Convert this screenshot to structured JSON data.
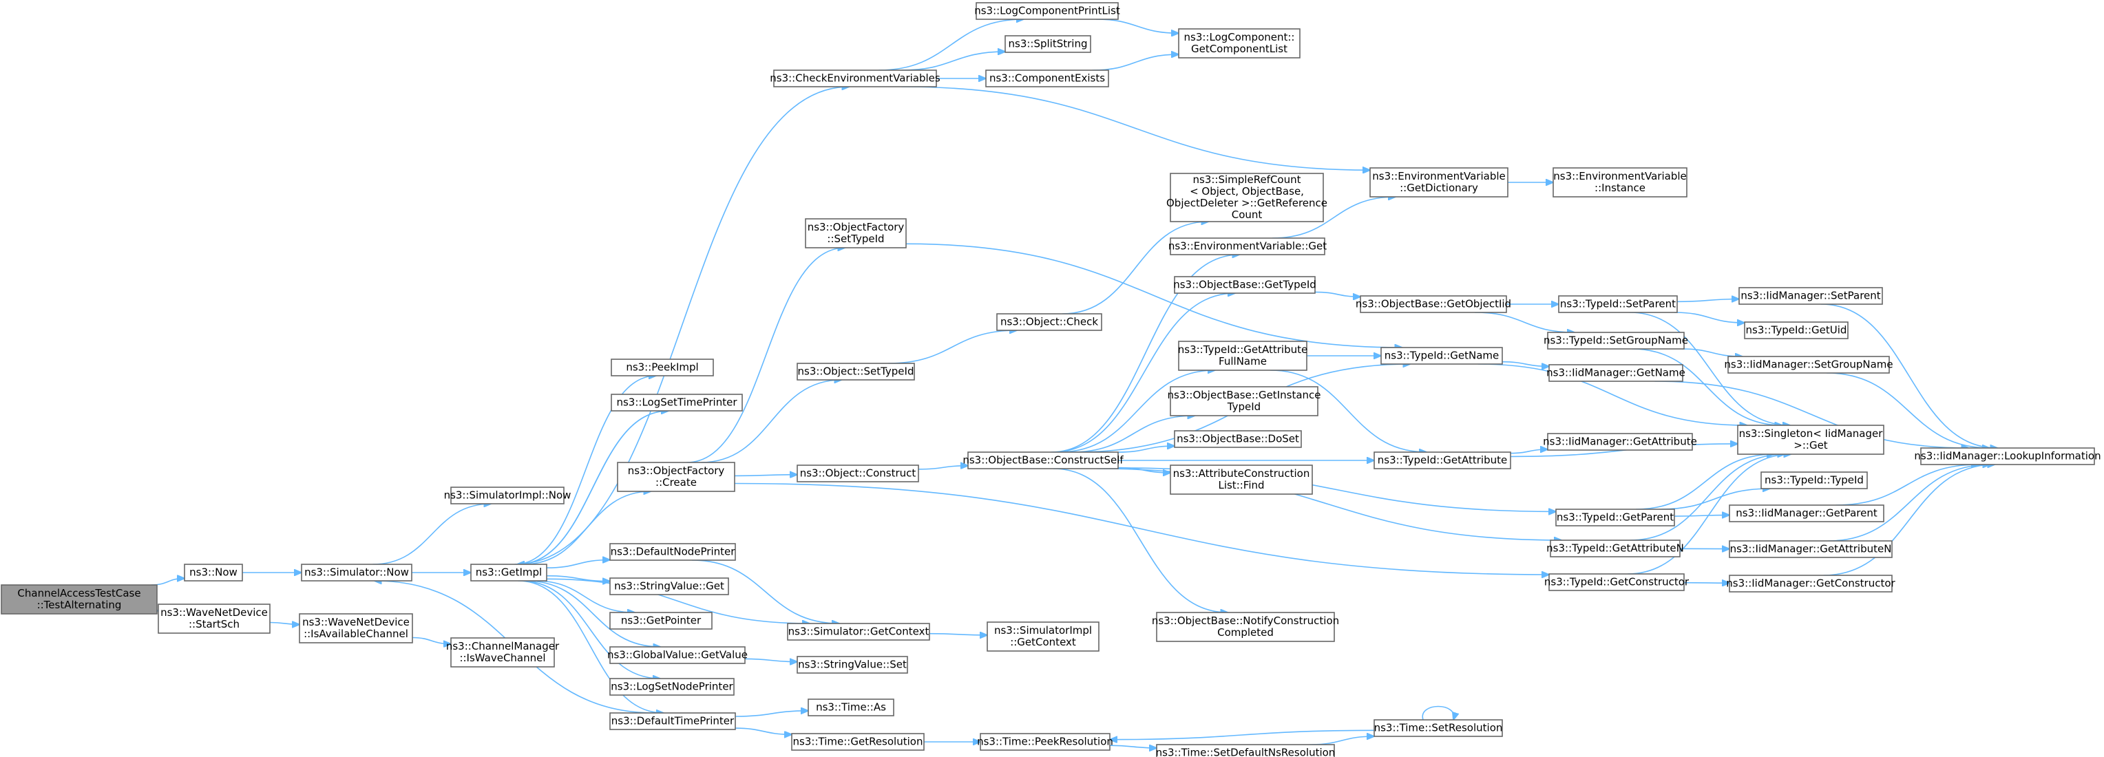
{
  "colors": {
    "edge": "#63b8ff",
    "node_border": "#666666",
    "root_fill": "#999999",
    "node_fill": "#ffffff"
  },
  "nodes": [
    {
      "id": "n0",
      "lines": [
        "ChannelAccessTestCase",
        "::TestAlternating"
      ],
      "root": true
    },
    {
      "id": "n1",
      "lines": [
        "ns3::Now"
      ]
    },
    {
      "id": "n2",
      "lines": [
        "ns3::WaveNetDevice",
        "::StartSch"
      ]
    },
    {
      "id": "n3",
      "lines": [
        "ns3::Simulator::Now"
      ]
    },
    {
      "id": "n4",
      "lines": [
        "ns3::WaveNetDevice",
        "::IsAvailableChannel"
      ]
    },
    {
      "id": "n5",
      "lines": [
        "ns3::ChannelManager",
        "::IsWaveChannel"
      ]
    },
    {
      "id": "n6",
      "lines": [
        "ns3::SimulatorImpl::Now"
      ]
    },
    {
      "id": "n7",
      "lines": [
        "ns3::GetImpl"
      ]
    },
    {
      "id": "n8",
      "lines": [
        "ns3::PeekImpl"
      ]
    },
    {
      "id": "n9",
      "lines": [
        "ns3::LogSetTimePrinter"
      ]
    },
    {
      "id": "n10",
      "lines": [
        "ns3::ObjectFactory",
        "::Create"
      ]
    },
    {
      "id": "n11",
      "lines": [
        "ns3::DefaultNodePrinter"
      ]
    },
    {
      "id": "n12",
      "lines": [
        "ns3::StringValue::Get"
      ]
    },
    {
      "id": "n13",
      "lines": [
        "ns3::GetPointer"
      ]
    },
    {
      "id": "n14",
      "lines": [
        "ns3::GlobalValue::GetValue"
      ]
    },
    {
      "id": "n15",
      "lines": [
        "ns3::LogSetNodePrinter"
      ]
    },
    {
      "id": "n16",
      "lines": [
        "ns3::DefaultTimePrinter"
      ]
    },
    {
      "id": "n17",
      "lines": [
        "ns3::CheckEnvironmentVariables"
      ]
    },
    {
      "id": "n18",
      "lines": [
        "ns3::LogComponentPrintList"
      ]
    },
    {
      "id": "n19",
      "lines": [
        "ns3::SplitString"
      ]
    },
    {
      "id": "n20",
      "lines": [
        "ns3::ComponentExists"
      ]
    },
    {
      "id": "n21",
      "lines": [
        "ns3::LogComponent::",
        "GetComponentList"
      ]
    },
    {
      "id": "n22",
      "lines": [
        "ns3::ObjectFactory",
        "::SetTypeId"
      ]
    },
    {
      "id": "n23",
      "lines": [
        "ns3::Object::SetTypeId"
      ]
    },
    {
      "id": "n24",
      "lines": [
        "ns3::Object::Construct"
      ]
    },
    {
      "id": "n25",
      "lines": [
        "ns3::Object::Check"
      ]
    },
    {
      "id": "n26",
      "lines": [
        "ns3::Simulator::GetContext"
      ]
    },
    {
      "id": "n27",
      "lines": [
        "ns3::SimulatorImpl",
        "::GetContext"
      ]
    },
    {
      "id": "n28",
      "lines": [
        "ns3::StringValue::Set"
      ]
    },
    {
      "id": "n29",
      "lines": [
        "ns3::Time::As"
      ]
    },
    {
      "id": "n30",
      "lines": [
        "ns3::Time::GetResolution"
      ]
    },
    {
      "id": "n31",
      "lines": [
        "ns3::Time::PeekResolution"
      ]
    },
    {
      "id": "n32",
      "lines": [
        "ns3::ObjectBase::ConstructSelf"
      ]
    },
    {
      "id": "n33",
      "lines": [
        "ns3::SimpleRefCount",
        "< Object, ObjectBase,",
        "ObjectDeleter >::GetReference",
        "Count"
      ]
    },
    {
      "id": "n34",
      "lines": [
        "ns3::EnvironmentVariable::Get"
      ]
    },
    {
      "id": "n35",
      "lines": [
        "ns3::ObjectBase::GetTypeId"
      ]
    },
    {
      "id": "n36",
      "lines": [
        "ns3::TypeId::GetAttribute",
        "FullName"
      ]
    },
    {
      "id": "n37",
      "lines": [
        "ns3::ObjectBase::GetInstance",
        "TypeId"
      ]
    },
    {
      "id": "n38",
      "lines": [
        "ns3::ObjectBase::DoSet"
      ]
    },
    {
      "id": "n39",
      "lines": [
        "ns3::AttributeConstruction",
        "List::Find"
      ]
    },
    {
      "id": "n40",
      "lines": [
        "ns3::ObjectBase::NotifyConstruction",
        "Completed"
      ]
    },
    {
      "id": "n41",
      "lines": [
        "ns3::Time::SetDefaultNsResolution"
      ]
    },
    {
      "id": "n42",
      "lines": [
        "ns3::EnvironmentVariable",
        "::GetDictionary"
      ]
    },
    {
      "id": "n43",
      "lines": [
        "ns3::EnvironmentVariable",
        "::Instance"
      ]
    },
    {
      "id": "n44",
      "lines": [
        "ns3::ObjectBase::GetObjectIid"
      ]
    },
    {
      "id": "n45",
      "lines": [
        "ns3::TypeId::GetName"
      ]
    },
    {
      "id": "n46",
      "lines": [
        "ns3::TypeId::GetAttribute"
      ]
    },
    {
      "id": "n47",
      "lines": [
        "ns3::TypeId::GetParent"
      ]
    },
    {
      "id": "n48",
      "lines": [
        "ns3::TypeId::GetAttributeN"
      ]
    },
    {
      "id": "n49",
      "lines": [
        "ns3::TypeId::GetConstructor"
      ]
    },
    {
      "id": "n50",
      "lines": [
        "ns3::Time::SetResolution"
      ]
    },
    {
      "id": "n51",
      "lines": [
        "ns3::TypeId::SetParent"
      ]
    },
    {
      "id": "n52",
      "lines": [
        "ns3::TypeId::SetGroupName"
      ]
    },
    {
      "id": "n53",
      "lines": [
        "ns3::IidManager::GetName"
      ]
    },
    {
      "id": "n54",
      "lines": [
        "ns3::IidManager::GetAttribute"
      ]
    },
    {
      "id": "n55",
      "lines": [
        "ns3::Singleton< IidManager",
        ">::Get"
      ]
    },
    {
      "id": "n56",
      "lines": [
        "ns3::IidManager::SetParent"
      ]
    },
    {
      "id": "n57",
      "lines": [
        "ns3::TypeId::GetUid"
      ]
    },
    {
      "id": "n58",
      "lines": [
        "ns3::IidManager::SetGroupName"
      ]
    },
    {
      "id": "n59",
      "lines": [
        "ns3::TypeId::TypeId"
      ]
    },
    {
      "id": "n60",
      "lines": [
        "ns3::IidManager::GetParent"
      ]
    },
    {
      "id": "n61",
      "lines": [
        "ns3::IidManager::GetAttributeN"
      ]
    },
    {
      "id": "n62",
      "lines": [
        "ns3::IidManager::GetConstructor"
      ]
    },
    {
      "id": "n63",
      "lines": [
        "ns3::IidManager::LookupInformation"
      ]
    }
  ],
  "edges": [
    [
      "n0",
      "n1"
    ],
    [
      "n0",
      "n2"
    ],
    [
      "n1",
      "n3"
    ],
    [
      "n2",
      "n4"
    ],
    [
      "n4",
      "n5"
    ],
    [
      "n3",
      "n6"
    ],
    [
      "n3",
      "n7"
    ],
    [
      "n7",
      "n8"
    ],
    [
      "n7",
      "n9"
    ],
    [
      "n7",
      "n10"
    ],
    [
      "n7",
      "n11"
    ],
    [
      "n7",
      "n12"
    ],
    [
      "n7",
      "n13"
    ],
    [
      "n7",
      "n14"
    ],
    [
      "n7",
      "n15"
    ],
    [
      "n7",
      "n16"
    ],
    [
      "n7",
      "n17"
    ],
    [
      "n7",
      "n26"
    ],
    [
      "n9",
      "n7"
    ],
    [
      "n16",
      "n3"
    ],
    [
      "n10",
      "n22"
    ],
    [
      "n10",
      "n23"
    ],
    [
      "n10",
      "n24"
    ],
    [
      "n10",
      "n49"
    ],
    [
      "n11",
      "n26"
    ],
    [
      "n14",
      "n28"
    ],
    [
      "n16",
      "n29"
    ],
    [
      "n16",
      "n30"
    ],
    [
      "n17",
      "n18"
    ],
    [
      "n17",
      "n19"
    ],
    [
      "n17",
      "n20"
    ],
    [
      "n17",
      "n42"
    ],
    [
      "n18",
      "n21"
    ],
    [
      "n20",
      "n21"
    ],
    [
      "n22",
      "n45"
    ],
    [
      "n23",
      "n25"
    ],
    [
      "n24",
      "n32"
    ],
    [
      "n25",
      "n33"
    ],
    [
      "n26",
      "n27"
    ],
    [
      "n30",
      "n31"
    ],
    [
      "n32",
      "n34"
    ],
    [
      "n32",
      "n35"
    ],
    [
      "n32",
      "n36"
    ],
    [
      "n32",
      "n37"
    ],
    [
      "n32",
      "n38"
    ],
    [
      "n32",
      "n39"
    ],
    [
      "n32",
      "n40"
    ],
    [
      "n32",
      "n45"
    ],
    [
      "n32",
      "n46"
    ],
    [
      "n32",
      "n47"
    ],
    [
      "n32",
      "n48"
    ],
    [
      "n34",
      "n42"
    ],
    [
      "n35",
      "n44"
    ],
    [
      "n36",
      "n45"
    ],
    [
      "n36",
      "n46"
    ],
    [
      "n31",
      "n41"
    ],
    [
      "n41",
      "n50"
    ],
    [
      "n50",
      "n31"
    ],
    [
      "n50",
      "n50"
    ],
    [
      "n42",
      "n43"
    ],
    [
      "n44",
      "n51"
    ],
    [
      "n44",
      "n52"
    ],
    [
      "n45",
      "n53"
    ],
    [
      "n45",
      "n55"
    ],
    [
      "n46",
      "n54"
    ],
    [
      "n46",
      "n55"
    ],
    [
      "n47",
      "n59"
    ],
    [
      "n47",
      "n60"
    ],
    [
      "n47",
      "n55"
    ],
    [
      "n48",
      "n61"
    ],
    [
      "n48",
      "n55"
    ],
    [
      "n49",
      "n62"
    ],
    [
      "n49",
      "n55"
    ],
    [
      "n51",
      "n56"
    ],
    [
      "n51",
      "n57"
    ],
    [
      "n51",
      "n55"
    ],
    [
      "n52",
      "n58"
    ],
    [
      "n52",
      "n55"
    ],
    [
      "n53",
      "n63"
    ],
    [
      "n56",
      "n63"
    ],
    [
      "n58",
      "n63"
    ],
    [
      "n60",
      "n63"
    ],
    [
      "n61",
      "n63"
    ],
    [
      "n62",
      "n63"
    ]
  ]
}
